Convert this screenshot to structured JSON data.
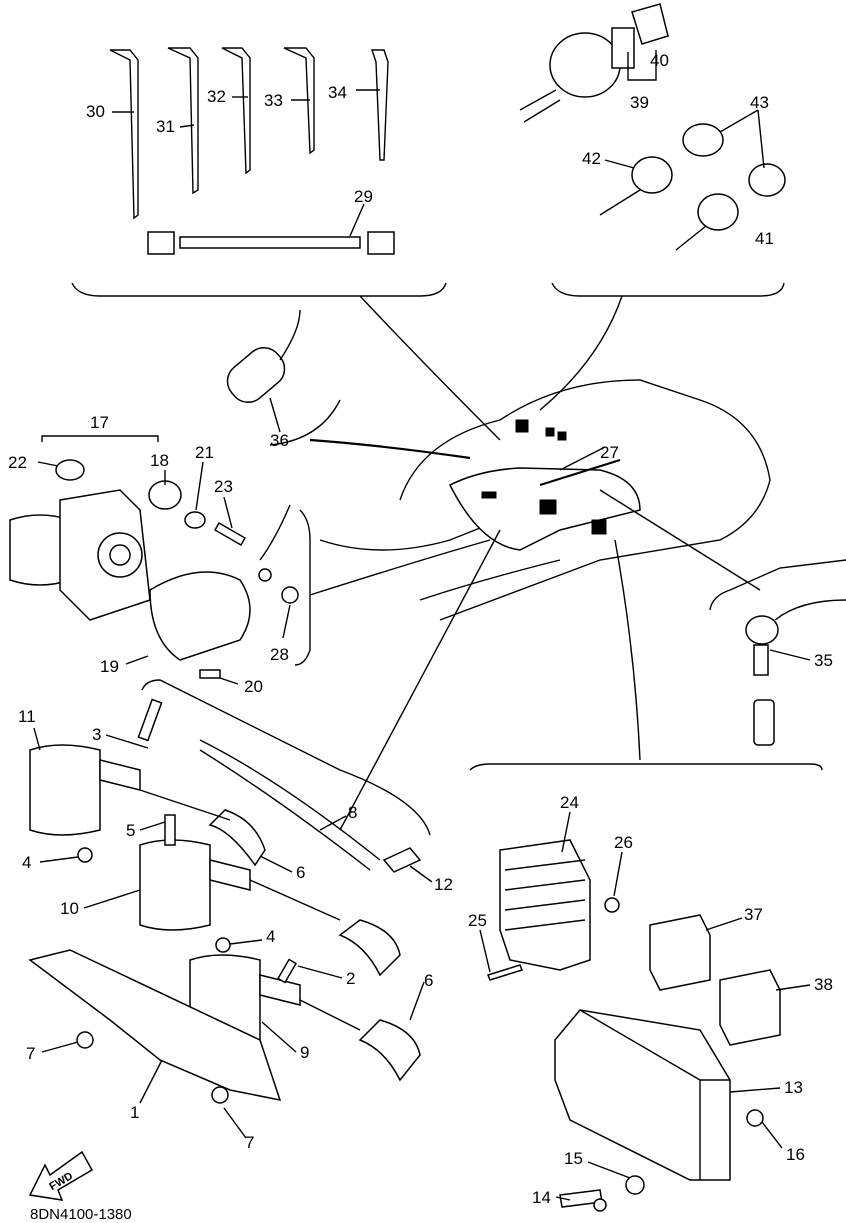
{
  "diagram": {
    "drawing_code": "8DN4100-1380",
    "fwd_label": "FWD",
    "callouts": [
      "1",
      "2",
      "3",
      "4",
      "5",
      "6",
      "7",
      "8",
      "9",
      "10",
      "11",
      "12",
      "13",
      "14",
      "15",
      "16",
      "17",
      "18",
      "19",
      "20",
      "21",
      "22",
      "23",
      "24",
      "25",
      "26",
      "27",
      "28",
      "29",
      "30",
      "31",
      "32",
      "33",
      "34",
      "35",
      "36",
      "37",
      "38",
      "39",
      "40",
      "41",
      "42",
      "43"
    ]
  }
}
